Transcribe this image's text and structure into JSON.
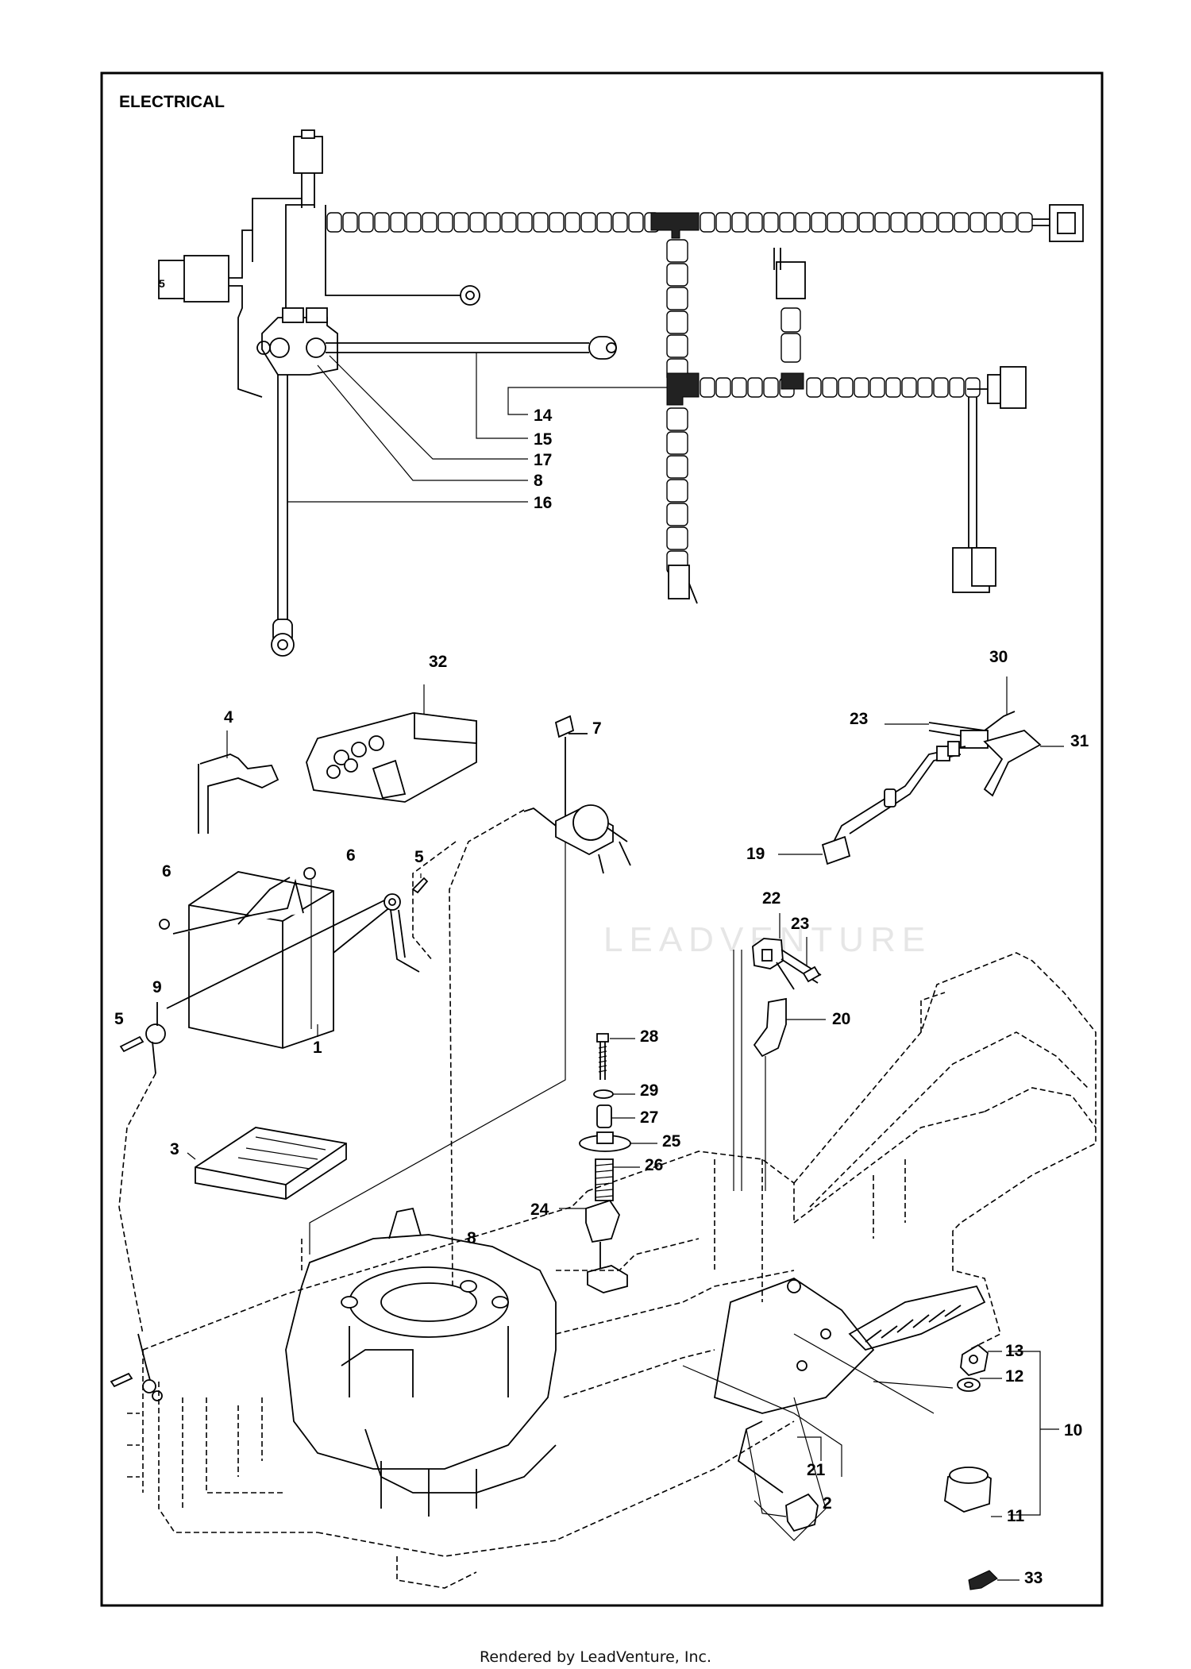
{
  "title": "ELECTRICAL",
  "footer": "Rendered by LeadVenture, Inc.",
  "watermark": "LEADVENTURE",
  "callouts": [
    {
      "id": "c14",
      "label": "14"
    },
    {
      "id": "c15",
      "label": "15"
    },
    {
      "id": "c17",
      "label": "17"
    },
    {
      "id": "c8a",
      "label": "8"
    },
    {
      "id": "c16",
      "label": "16"
    },
    {
      "id": "c32",
      "label": "32"
    },
    {
      "id": "c4",
      "label": "4"
    },
    {
      "id": "c7",
      "label": "7"
    },
    {
      "id": "c30",
      "label": "30"
    },
    {
      "id": "c23a",
      "label": "23"
    },
    {
      "id": "c31",
      "label": "31"
    },
    {
      "id": "c19",
      "label": "19"
    },
    {
      "id": "c6a",
      "label": "6"
    },
    {
      "id": "c6b",
      "label": "6"
    },
    {
      "id": "c5a",
      "label": "5"
    },
    {
      "id": "c22",
      "label": "22"
    },
    {
      "id": "c23b",
      "label": "23"
    },
    {
      "id": "c9",
      "label": "9"
    },
    {
      "id": "c20",
      "label": "20"
    },
    {
      "id": "c5b",
      "label": "5"
    },
    {
      "id": "c1",
      "label": "1"
    },
    {
      "id": "c28",
      "label": "28"
    },
    {
      "id": "c29",
      "label": "29"
    },
    {
      "id": "c27",
      "label": "27"
    },
    {
      "id": "c3",
      "label": "3"
    },
    {
      "id": "c25",
      "label": "25"
    },
    {
      "id": "c26",
      "label": "26"
    },
    {
      "id": "c24",
      "label": "24"
    },
    {
      "id": "c8b",
      "label": "8"
    },
    {
      "id": "c13",
      "label": "13"
    },
    {
      "id": "c12",
      "label": "12"
    },
    {
      "id": "c10",
      "label": "10"
    },
    {
      "id": "c21",
      "label": "21"
    },
    {
      "id": "c2",
      "label": "2"
    },
    {
      "id": "c11",
      "label": "11"
    },
    {
      "id": "c33",
      "label": "33"
    }
  ]
}
